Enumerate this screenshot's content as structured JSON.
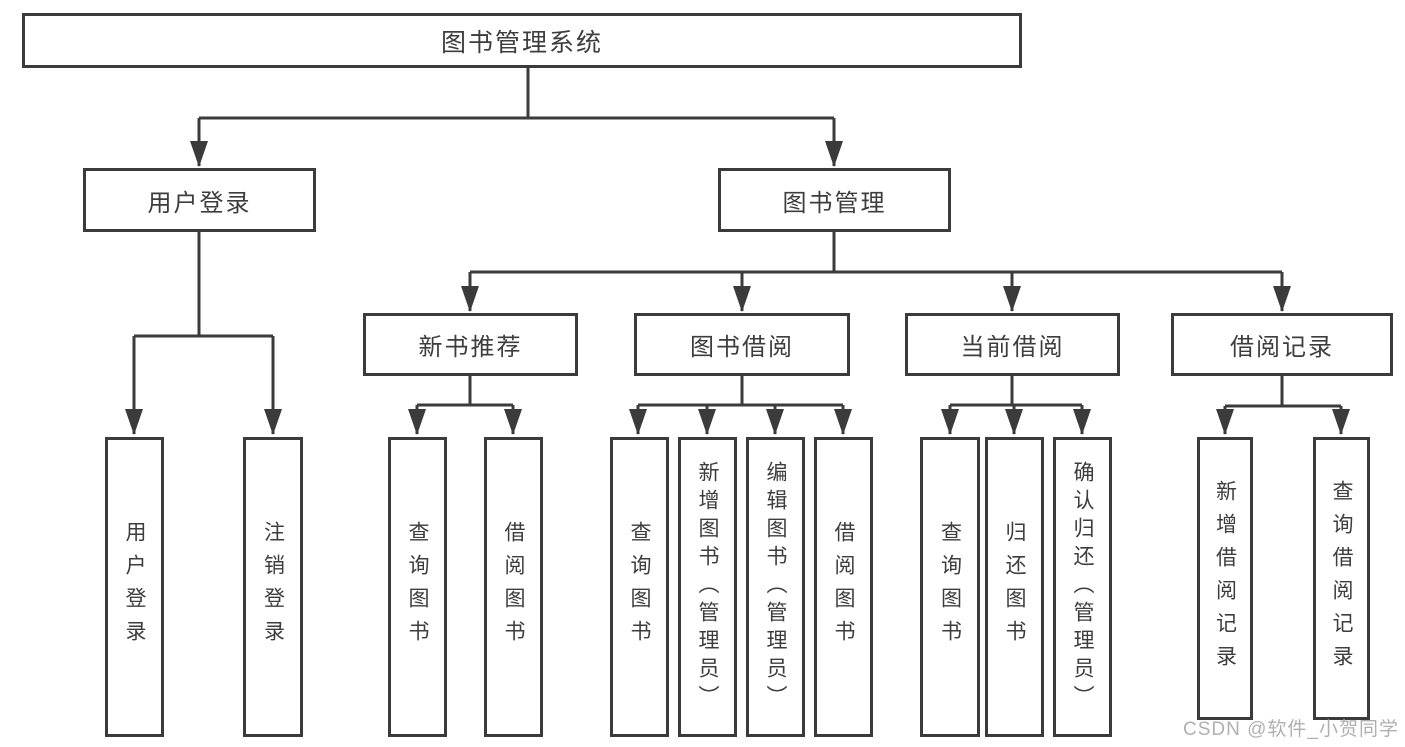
{
  "root": {
    "label": "图书管理系统"
  },
  "level2": [
    {
      "label": "用户登录"
    },
    {
      "label": "图书管理"
    }
  ],
  "level3": [
    {
      "label": "新书推荐"
    },
    {
      "label": "图书借阅"
    },
    {
      "label": "当前借阅"
    },
    {
      "label": "借阅记录"
    }
  ],
  "leaves": [
    {
      "label": "用户登录"
    },
    {
      "label": "注销登录"
    },
    {
      "label": "查询图书"
    },
    {
      "label": "借阅图书"
    },
    {
      "label": "查询图书"
    },
    {
      "label": "新增图书（管理员）"
    },
    {
      "label": "编辑图书（管理员）"
    },
    {
      "label": "借阅图书"
    },
    {
      "label": "查询图书"
    },
    {
      "label": "归还图书"
    },
    {
      "label": "确认归还（管理员）"
    },
    {
      "label": "新增借阅记录"
    },
    {
      "label": "查询借阅记录"
    }
  ],
  "watermark": "CSDN @软件_小贺同学",
  "colors": {
    "line": "#3b3b3b",
    "text": "#3d3d3d",
    "watermark": "#b0b0b0",
    "background": "#ffffff"
  }
}
